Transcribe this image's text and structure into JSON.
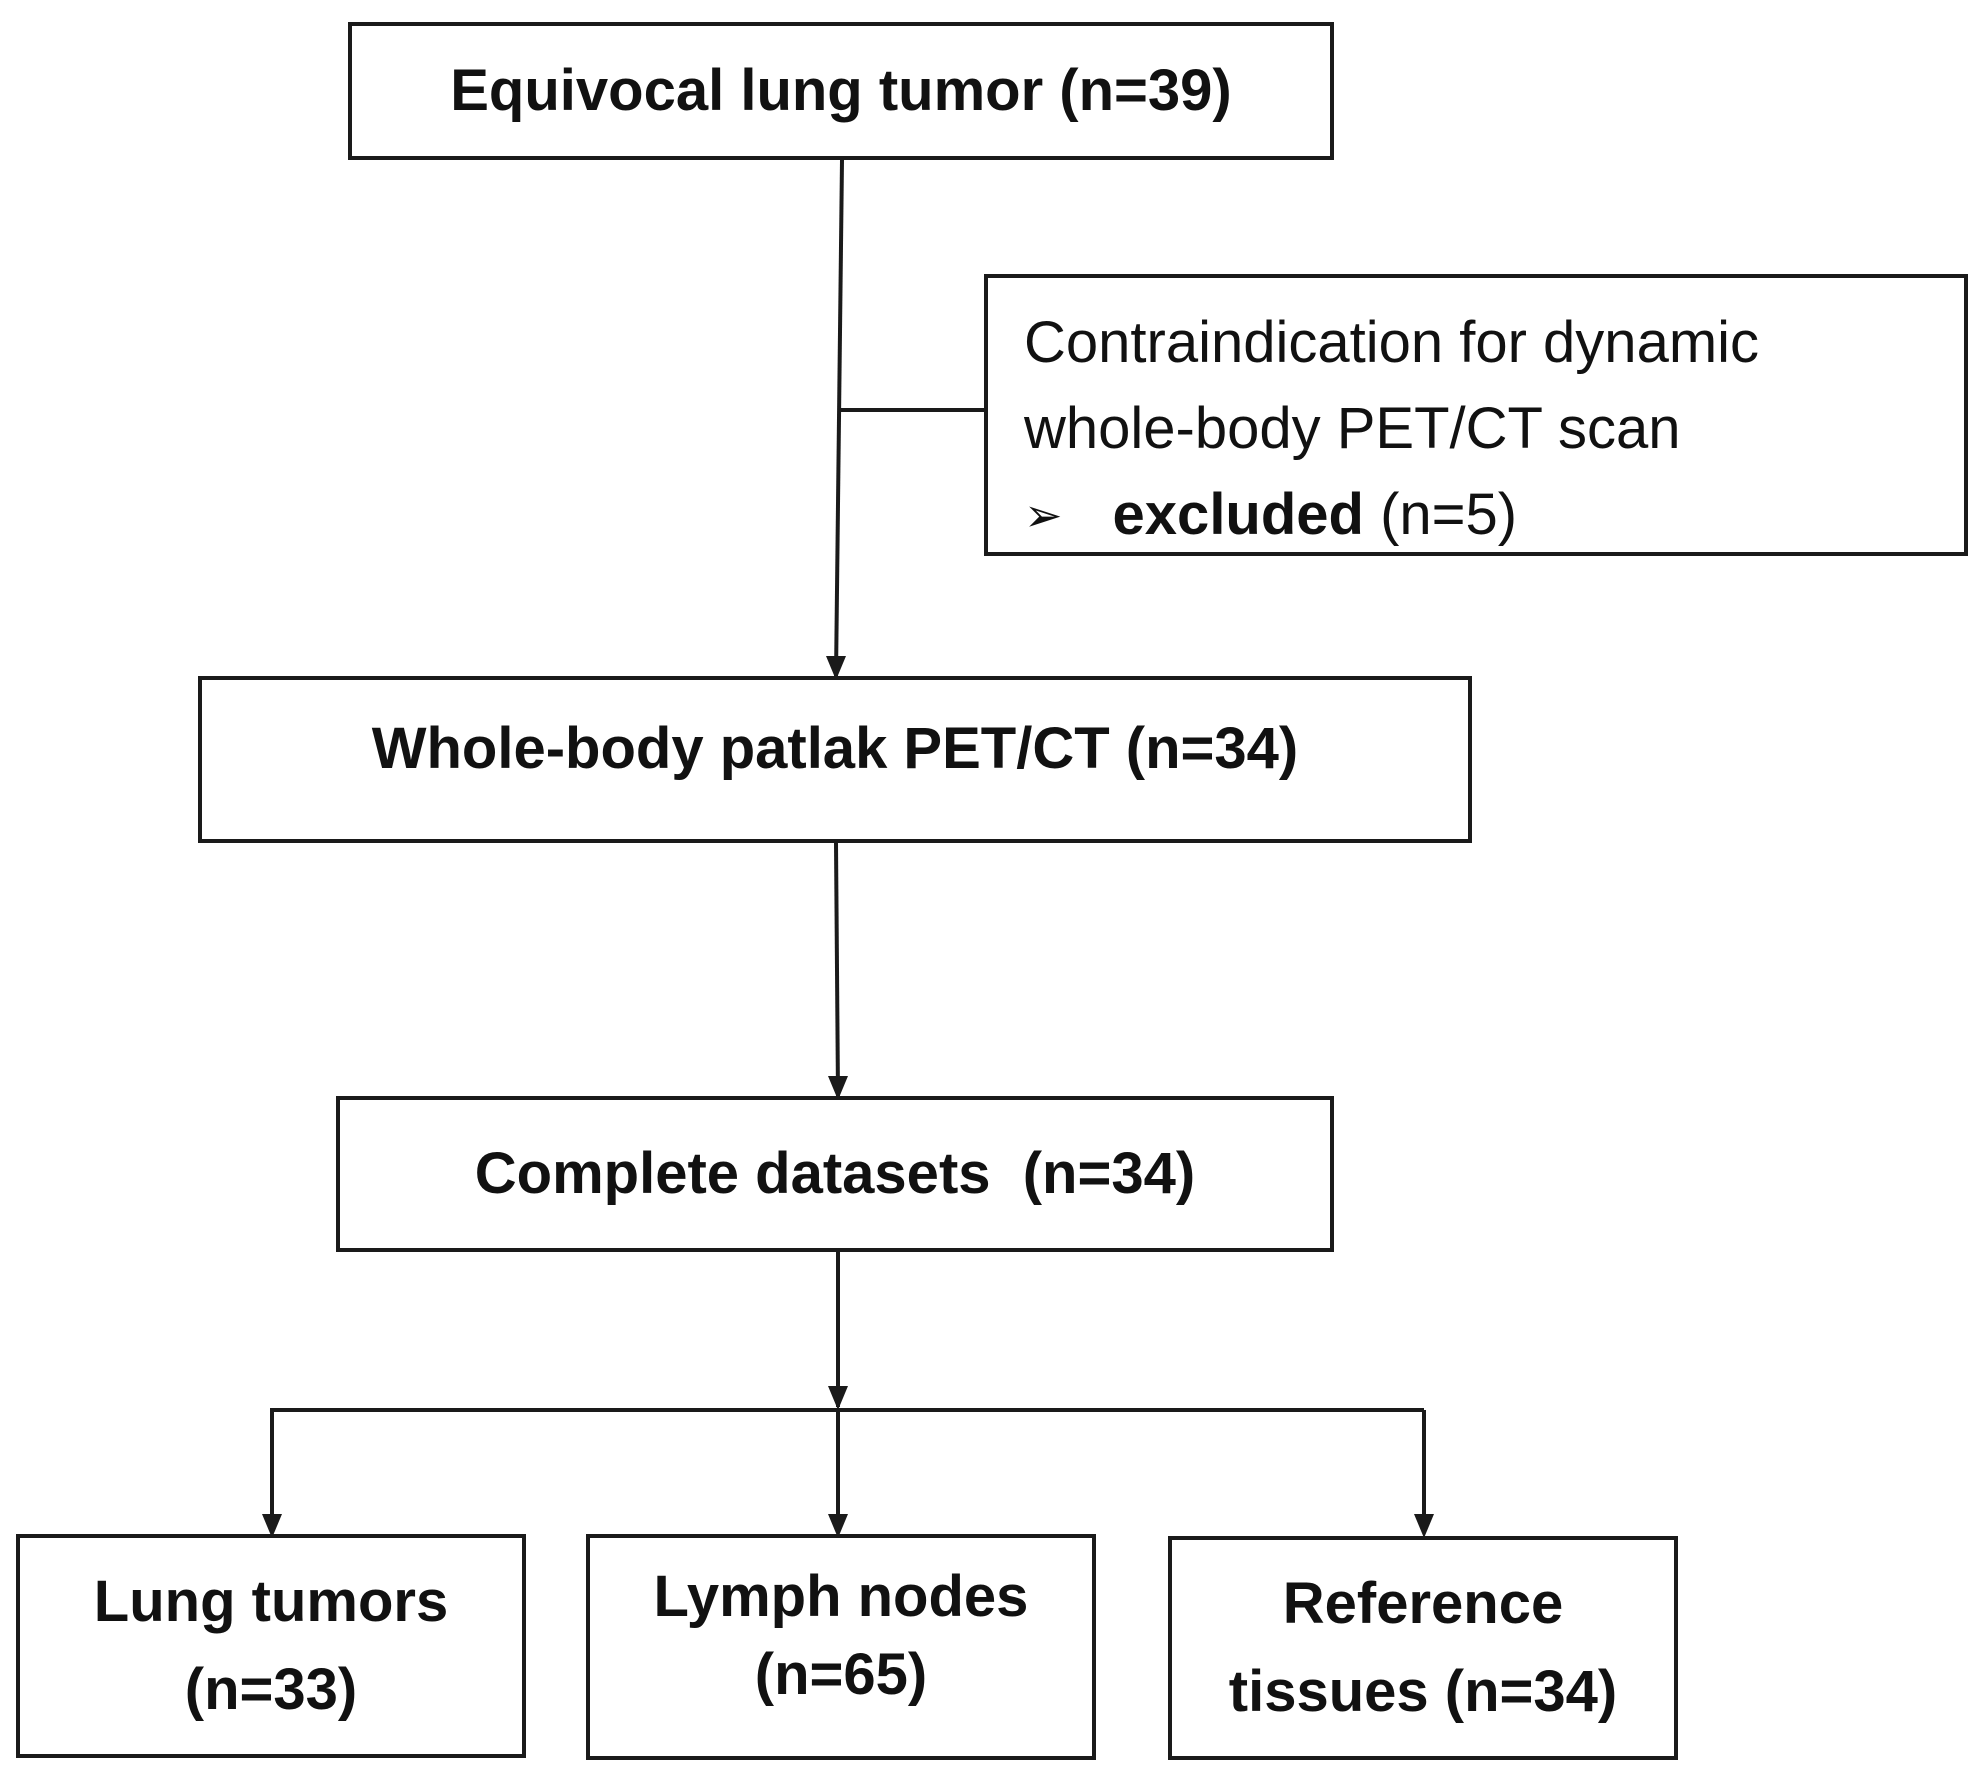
{
  "boxes": {
    "start": "Equivocal lung tumor (n=39)",
    "exclusion": {
      "line1": "Contraindication for dynamic",
      "line2": "whole-body PET/CT scan",
      "bullet_bold": "excluded",
      "bullet_rest": " (n=5)"
    },
    "patlak": "Whole-body patlak PET/CT (n=34)",
    "complete": "Complete datasets  (n=34)",
    "outcomes": [
      {
        "line1": "Lung tumors",
        "line2": "(n=33)"
      },
      {
        "line1": "Lymph nodes",
        "line2": "(n=65)"
      },
      {
        "line1": "Reference",
        "line2": "tissues (n=34)"
      }
    ]
  },
  "colors": {
    "line": "#1a1a1a",
    "background": "#ffffff"
  }
}
